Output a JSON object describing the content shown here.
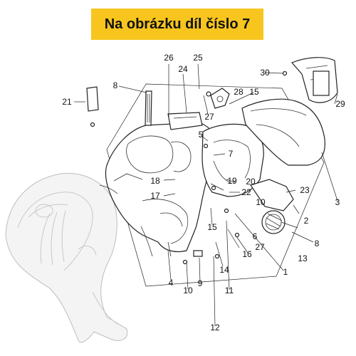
{
  "banner": {
    "title": "Na obrázku díl číslo 7"
  },
  "colors": {
    "banner_bg": "#f7c51e",
    "line": "#222222",
    "ghost": "#bdbdbd"
  },
  "callouts": [
    "1",
    "2",
    "3",
    "4",
    "5",
    "6",
    "7",
    "8",
    "8",
    "9",
    "10",
    "10",
    "11",
    "12",
    "13",
    "14",
    "15",
    "15",
    "16",
    "17",
    "18",
    "19",
    "20",
    "21",
    "22",
    "23",
    "24",
    "25",
    "26",
    "27",
    "27",
    "28",
    "29",
    "30"
  ]
}
